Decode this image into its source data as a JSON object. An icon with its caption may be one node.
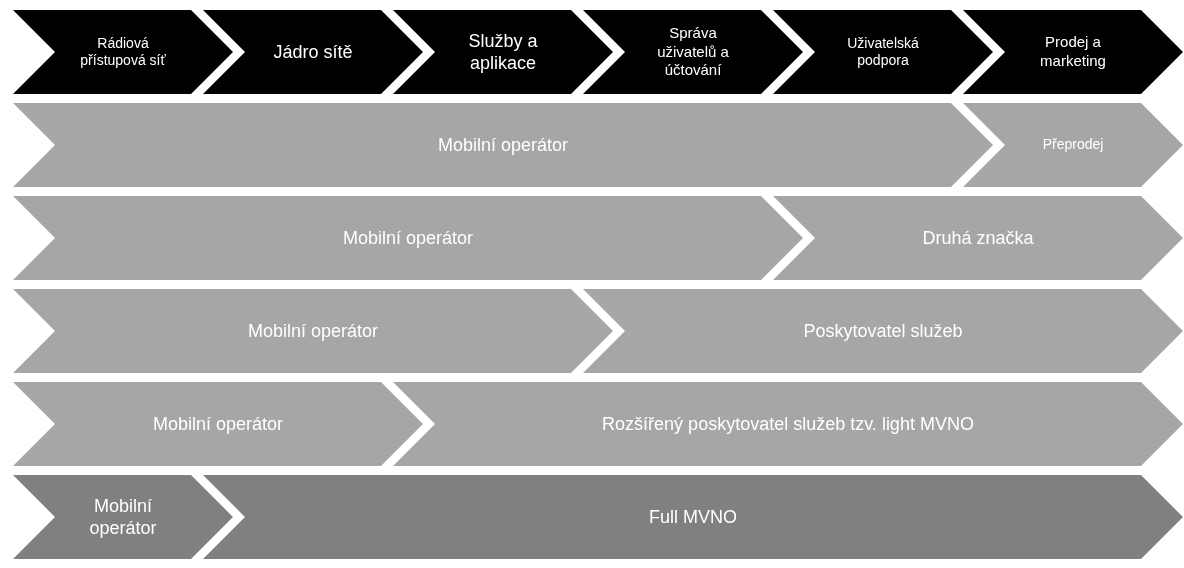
{
  "diagram": {
    "nodes": [
      {
        "text": [
          "Rádiová přístupová síť"
        ]
      },
      {
        "text": [
          "Jádro sítě"
        ]
      },
      {
        "text": [
          "Služby a aplikace"
        ]
      },
      {
        "text": [
          "Správa uživatelů a účtování"
        ]
      },
      {
        "text": [
          "Uživatelská podpora"
        ]
      },
      {
        "text": [
          "Prodej a marketing"
        ]
      },
      {
        "text": [
          "Mobilní operátor"
        ]
      },
      {
        "text": [
          "Přeprodej"
        ]
      },
      {
        "text": [
          "Mobilní operátor"
        ]
      },
      {
        "text": [
          "Druhá značka"
        ]
      },
      {
        "text": [
          "Mobilní operátor"
        ]
      },
      {
        "text": [
          "Poskytovatel služeb"
        ]
      },
      {
        "text": [
          "Mobilní operátor"
        ]
      },
      {
        "text": [
          "Rozšířený poskytovatel služeb tzv. light MVNO"
        ]
      },
      {
        "text": [
          "Mobilní operátor"
        ]
      },
      {
        "text": [
          "Full MVNO"
        ]
      }
    ]
  }
}
